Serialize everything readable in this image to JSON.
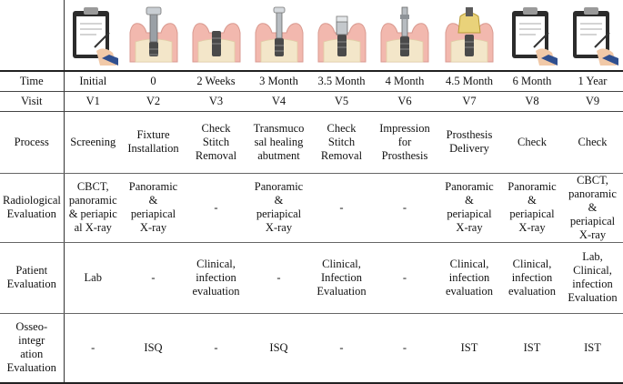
{
  "headers": {
    "time": "Time",
    "visit": "Visit",
    "process": "Process",
    "radiological": "Radiological\nEvaluation",
    "patient": "Patient\nEvaluation",
    "osseo": "Osseo-integr\nation\nEvaluation"
  },
  "columns": [
    {
      "illustration": "clipboard-hand-icon",
      "time": "Initial",
      "visit": "V1",
      "process": "Screening",
      "radiological": "CBCT,\npanoramic\n& periapic\nal X-ray",
      "patient": "Lab",
      "osseo": "-"
    },
    {
      "illustration": "fixture-installation-icon",
      "time": "0",
      "visit": "V2",
      "process": "Fixture\nInstallation",
      "radiological": "Panoramic\n&\nperiapical\nX-ray",
      "patient": "-",
      "osseo": "ISQ"
    },
    {
      "illustration": "implant-healing-icon",
      "time": "2 Weeks",
      "visit": "V3",
      "process": "Check\nStitch\nRemoval",
      "radiological": "-",
      "patient": "Clinical,\ninfection\nevaluation",
      "osseo": "-"
    },
    {
      "illustration": "healing-abutment-icon",
      "time": "3 Month",
      "visit": "V4",
      "process": "Transmuco\nsal healing\nabutment",
      "radiological": "Panoramic\n&\nperiapical\nX-ray",
      "patient": "-",
      "osseo": "ISQ"
    },
    {
      "illustration": "abutment-seated-icon",
      "time": "3.5 Month",
      "visit": "V5",
      "process": "Check\nStitch\nRemoval",
      "radiological": "-",
      "patient": "Clinical,\nInfection\nEvaluation",
      "osseo": "-"
    },
    {
      "illustration": "impression-coping-icon",
      "time": "4 Month",
      "visit": "V6",
      "process": "Impression\nfor\nProsthesis",
      "radiological": "-",
      "patient": "-",
      "osseo": "-"
    },
    {
      "illustration": "prosthesis-crown-icon",
      "time": "4.5 Month",
      "visit": "V7",
      "process": "Prosthesis\nDelivery",
      "radiological": "Panoramic\n&\nperiapical\nX-ray",
      "patient": "Clinical,\ninfection\nevaluation",
      "osseo": "IST"
    },
    {
      "illustration": "clipboard-hand-icon",
      "time": "6 Month",
      "visit": "V8",
      "process": "Check",
      "radiological": "Panoramic\n&\nperiapical\nX-ray",
      "patient": "Clinical,\ninfection\nevaluation",
      "osseo": "IST"
    },
    {
      "illustration": "clipboard-hand-icon",
      "time": "1 Year",
      "visit": "V9",
      "process": "Check",
      "radiological": "CBCT,\npanoramic\n&\nperiapical\nX-ray",
      "patient": "Lab,\nClinical,\ninfection\nEvaluation",
      "osseo": "IST"
    }
  ]
}
